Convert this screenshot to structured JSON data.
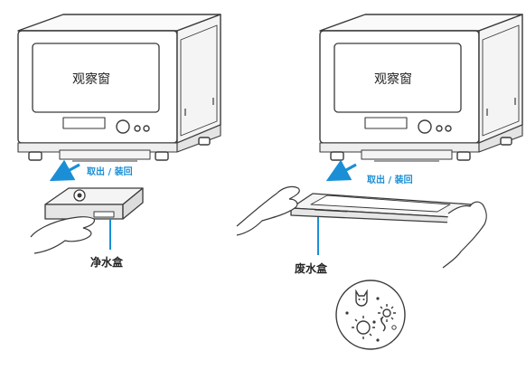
{
  "colors": {
    "outline": "#3a3a3a",
    "accent": "#1a8fd6",
    "background": "#ffffff",
    "shade": "#e9e9e9"
  },
  "left_panel": {
    "window_label": "观察窗",
    "action_label": "取出 / 装回",
    "part_label": "净水盒"
  },
  "right_panel": {
    "window_label": "观察窗",
    "action_label": "取出 / 装回",
    "part_label": "废水盒",
    "bacteria_icons": [
      "cat-face-icon",
      "germ-icon",
      "virus-icon",
      "worm-icon",
      "dot-icon"
    ]
  }
}
